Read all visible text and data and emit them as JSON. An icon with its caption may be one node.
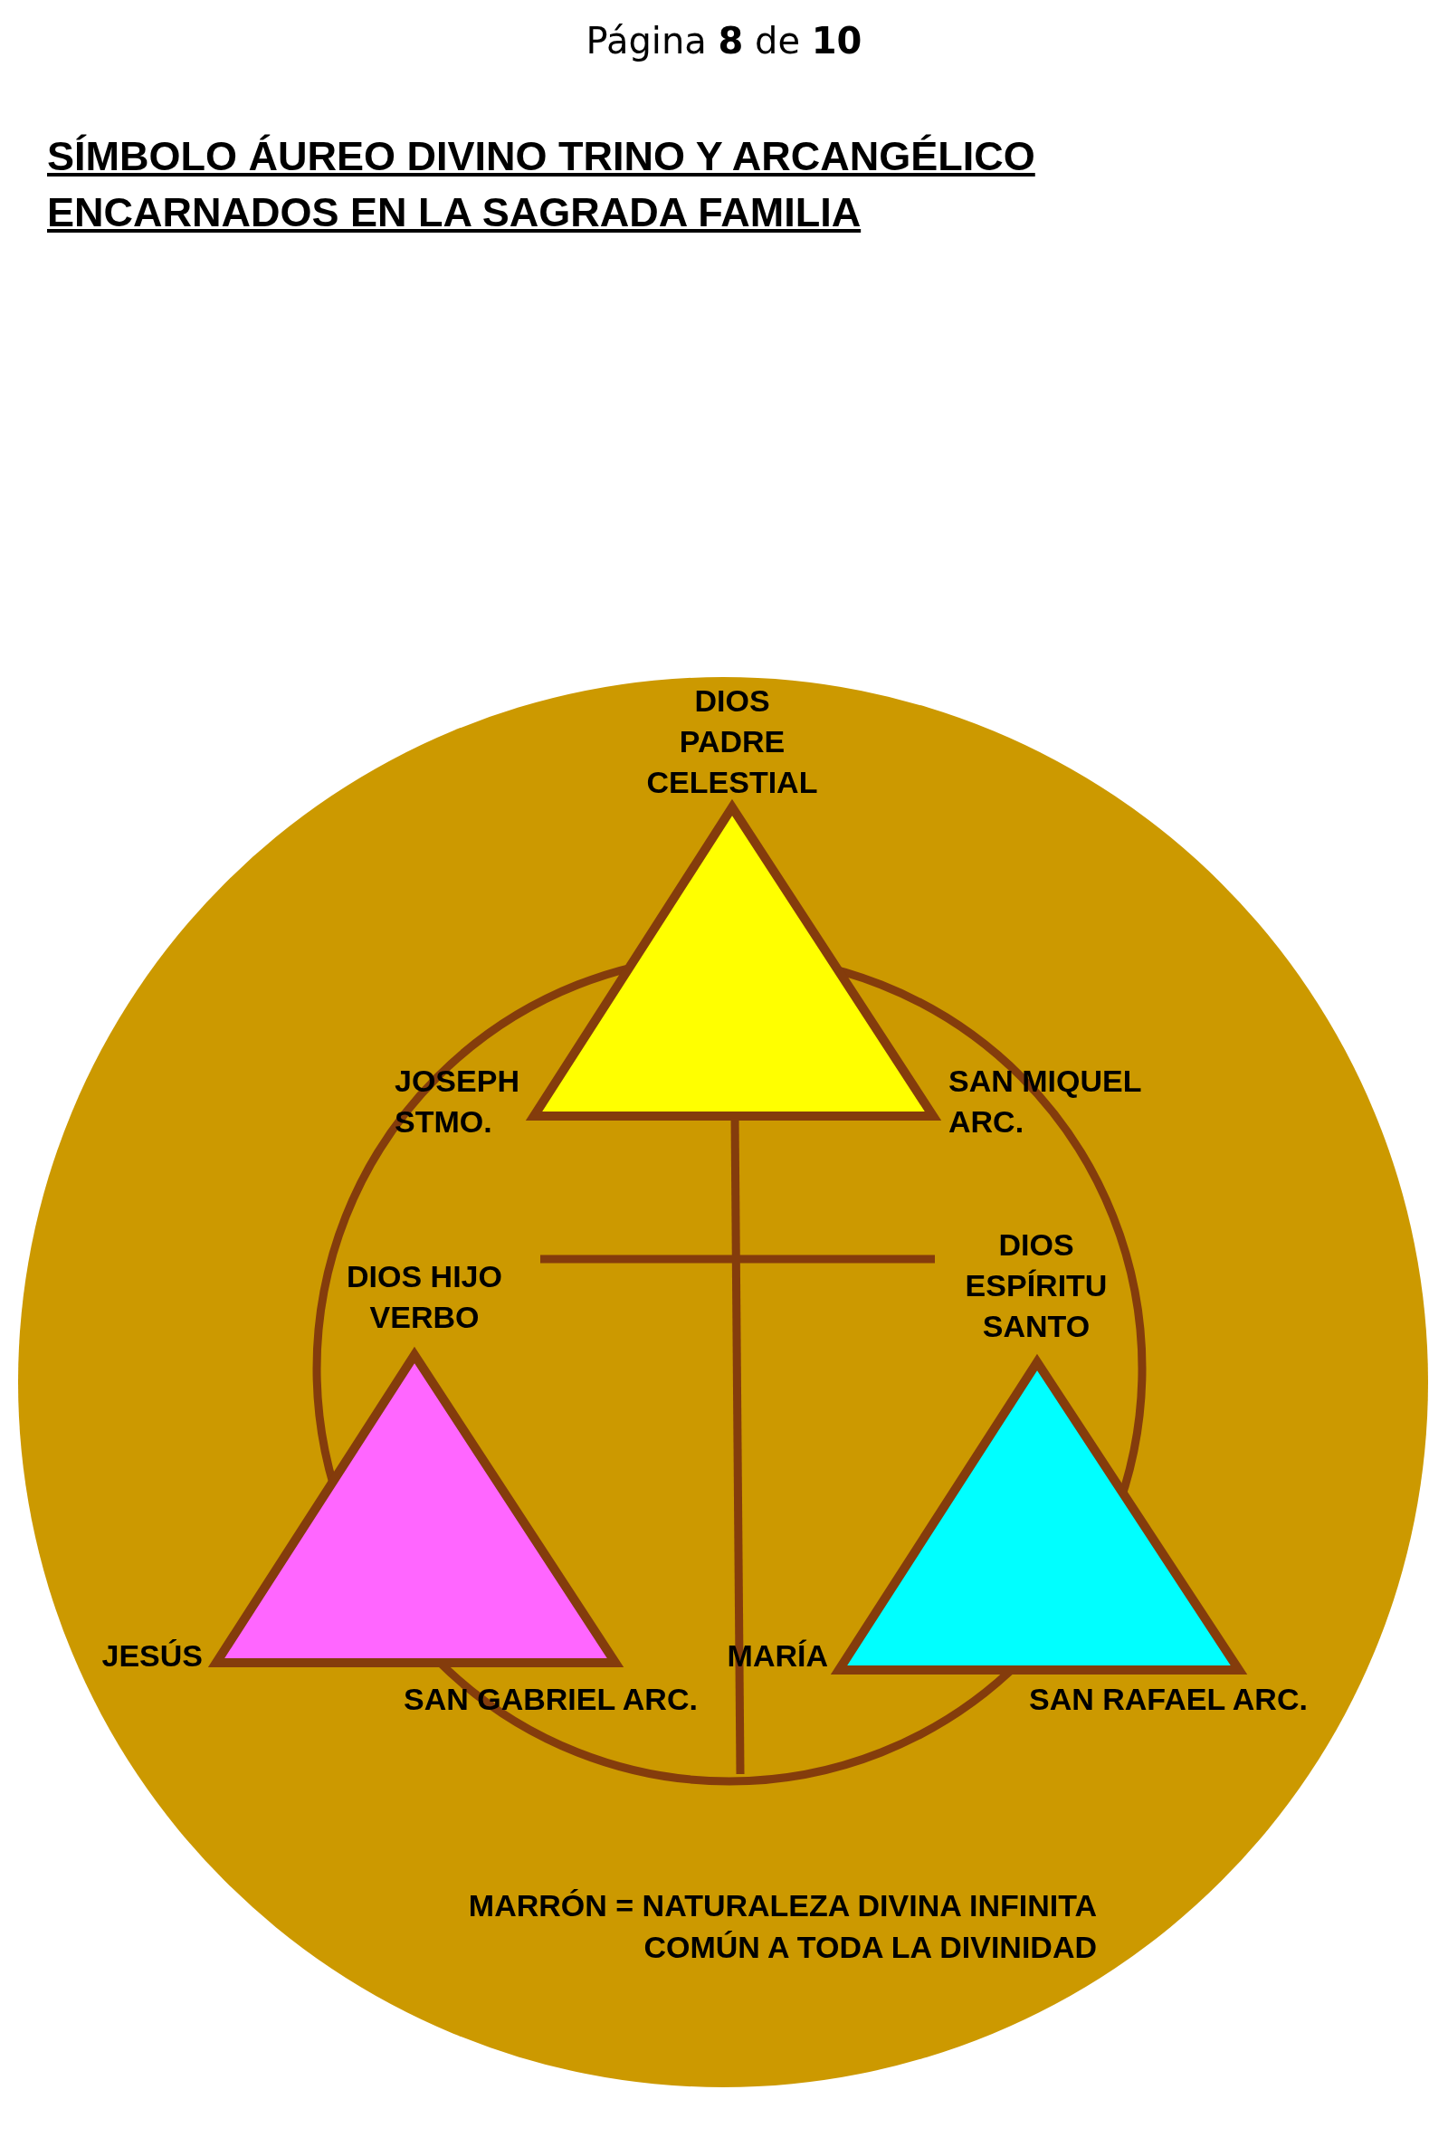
{
  "diagram": {
    "title": "SÍMBOLO ÁUREO DIVINO TRINO Y ARCANGÉLICO ENCARNADOS EN LA SAGRADA FAMILIA",
    "nodes": [
      {
        "text": [],
        "shape": "circle"
      },
      {
        "text": [],
        "shape": "triangle",
        "in": 0,
        "beside": [
          "DIOS PADRE CELESTIAL",
          "JOSEPH STMO.",
          "SAN MIQUEL ARC."
        ]
      },
      {
        "text": [],
        "shape": "triangle",
        "in": 0,
        "beside": [
          "DIOS HIJO VERBO",
          "JESÚS",
          "SAN GABRIEL ARC."
        ]
      },
      {
        "text": [],
        "shape": "triangle",
        "in": 0,
        "beside": [
          "DIOS ESPÍRITU SANTO",
          "MARÍA",
          "SAN RAFAEL ARC."
        ]
      }
    ],
    "edges": [],
    "labels": [
      "Página **8** de **10**",
      "MARRÓN = NATURALEZA DIVINA INFINITA COMÚN A TODA LA DIVINIDAD"
    ]
  }
}
